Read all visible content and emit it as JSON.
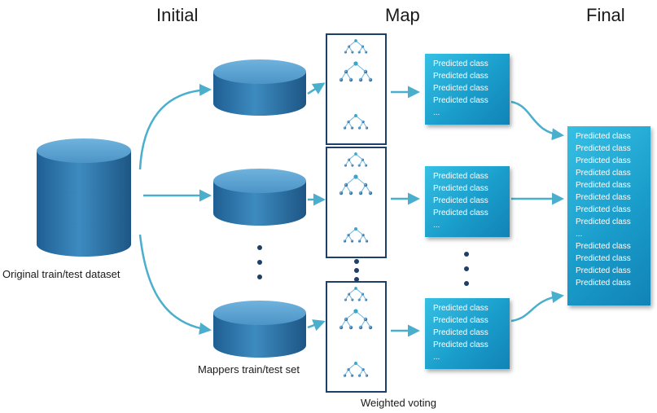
{
  "headers": {
    "initial": "Initial",
    "map": "Map",
    "final": "Final"
  },
  "captions": {
    "original_dataset": "Original train/test dataset",
    "mappers_set": "Mappers train/test set",
    "weighted_voting": "Weighted voting"
  },
  "map_boxes": [
    {
      "lines": [
        "Predicted class",
        "Predicted class",
        "Predicted class",
        "Predicted class",
        "..."
      ]
    },
    {
      "lines": [
        "Predicted class",
        "Predicted class",
        "Predicted class",
        "Predicted class",
        "..."
      ]
    },
    {
      "lines": [
        "Predicted class",
        "Predicted class",
        "Predicted class",
        "Predicted class",
        "..."
      ]
    }
  ],
  "final_box": {
    "lines": [
      "Predicted class",
      "Predicted class",
      "Predicted class",
      "Predicted class",
      "Predicted class",
      "Predicted class",
      "Predicted class",
      "Predicted class",
      "...",
      "Predicted class",
      "Predicted class",
      "Predicted class",
      "Predicted class"
    ]
  },
  "colors": {
    "cylinder_side": "#2f79ad",
    "cylinder_top": "#5fa3d0",
    "arrow": "#4aaecd",
    "box": "#1a9dcb",
    "tree_node": "#1e4f8a"
  }
}
